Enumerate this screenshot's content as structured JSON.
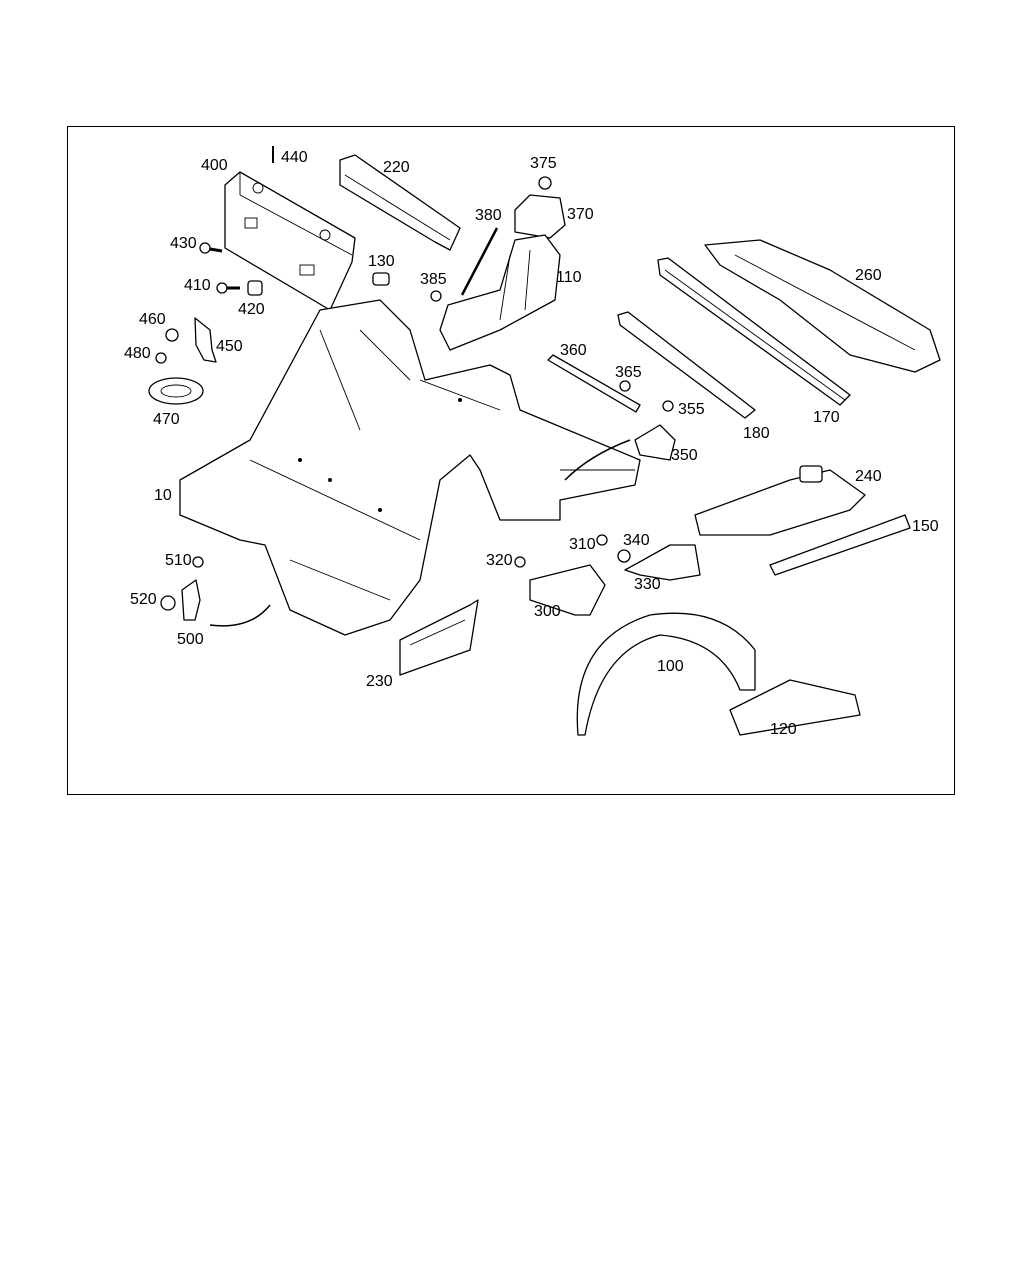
{
  "callouts": [
    {
      "id": "c440",
      "text": "440"
    },
    {
      "id": "c400",
      "text": "400"
    },
    {
      "id": "c220",
      "text": "220"
    },
    {
      "id": "c375",
      "text": "375"
    },
    {
      "id": "c370",
      "text": "370"
    },
    {
      "id": "c380",
      "text": "380"
    },
    {
      "id": "c430",
      "text": "430"
    },
    {
      "id": "c130",
      "text": "130"
    },
    {
      "id": "c385",
      "text": "385"
    },
    {
      "id": "c110",
      "text": "110"
    },
    {
      "id": "c260",
      "text": "260"
    },
    {
      "id": "c410",
      "text": "410"
    },
    {
      "id": "c420",
      "text": "420"
    },
    {
      "id": "c460",
      "text": "460"
    },
    {
      "id": "c450",
      "text": "450"
    },
    {
      "id": "c480",
      "text": "480"
    },
    {
      "id": "c360",
      "text": "360"
    },
    {
      "id": "c365",
      "text": "365"
    },
    {
      "id": "c355",
      "text": "355"
    },
    {
      "id": "c470",
      "text": "470"
    },
    {
      "id": "c180",
      "text": "180"
    },
    {
      "id": "c170",
      "text": "170"
    },
    {
      "id": "c350",
      "text": "350"
    },
    {
      "id": "c10",
      "text": "10"
    },
    {
      "id": "c240",
      "text": "240"
    },
    {
      "id": "c150",
      "text": "150"
    },
    {
      "id": "c310",
      "text": "310"
    },
    {
      "id": "c340",
      "text": "340"
    },
    {
      "id": "c510",
      "text": "510"
    },
    {
      "id": "c320",
      "text": "320"
    },
    {
      "id": "c330",
      "text": "330"
    },
    {
      "id": "c520",
      "text": "520"
    },
    {
      "id": "c300",
      "text": "300"
    },
    {
      "id": "c500",
      "text": "500"
    },
    {
      "id": "c100",
      "text": "100"
    },
    {
      "id": "c230",
      "text": "230"
    },
    {
      "id": "c120",
      "text": "120"
    }
  ]
}
